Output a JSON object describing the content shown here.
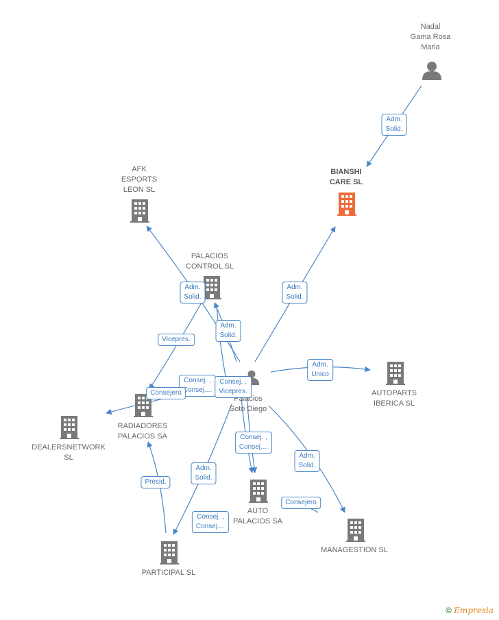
{
  "colors": {
    "edge": "#4a86c8",
    "company": "#7a7a7a",
    "focus_company": "#ec6b3a",
    "person": "#7a7a7a"
  },
  "nodes": {
    "nadal": {
      "label": "Nadal\nGama Rosa\nMaria",
      "icon": "person-icon"
    },
    "bianshi": {
      "label": "BIANSHI\nCARE  SL",
      "icon": "building-icon"
    },
    "afk": {
      "label": "AFK\nESPORTS\nLEON  SL",
      "icon": "building-icon"
    },
    "palacios_control": {
      "label": "PALACIOS\nCONTROL SL",
      "icon": "building-icon"
    },
    "palacios_soto": {
      "label": "Palacios\nSoto Diego",
      "icon": "person-icon"
    },
    "autoparts": {
      "label": "AUTOPARTS\nIBERICA  SL",
      "icon": "building-icon"
    },
    "radiadores": {
      "label": "RADIADORES\nPALACIOS SA",
      "icon": "building-icon"
    },
    "dealers": {
      "label": "DEALERSNETWORK\nSL",
      "icon": "building-icon"
    },
    "auto_palacios": {
      "label": "AUTO\nPALACIOS SA",
      "icon": "building-icon"
    },
    "managestion": {
      "label": "MANAGESTION SL",
      "icon": "building-icon"
    },
    "participal": {
      "label": "PARTICIPAL SL",
      "icon": "building-icon"
    }
  },
  "edge_labels": {
    "nadal_bianshi": "Adm.\nSolid.",
    "soto_bianshi": "Adm.\nSolid.",
    "soto_afk": "Adm.\nSolid.",
    "soto_control": "Adm.\nSolid.",
    "soto_radiadores_vicepres": "Vicepres.",
    "soto_autoparts": "Adm.\nUnico",
    "consej_a": "Consej. ,\nConsej....",
    "consej_vicepres": "Consej. ,\nVicepres.",
    "consejero_dealers": "Consejero",
    "soto_auto_palacios": "Consej. ,\nConsej....",
    "soto_managestion": "Adm.\nSolid.",
    "consejero_managestion": "Consejero",
    "soto_participal": "Adm.\nSolid.",
    "participal_radiadores": "Presid.",
    "participal_consej": "Consej. ,\nConsej...."
  },
  "watermark": {
    "symbol": "©",
    "brand": "Empresia"
  }
}
